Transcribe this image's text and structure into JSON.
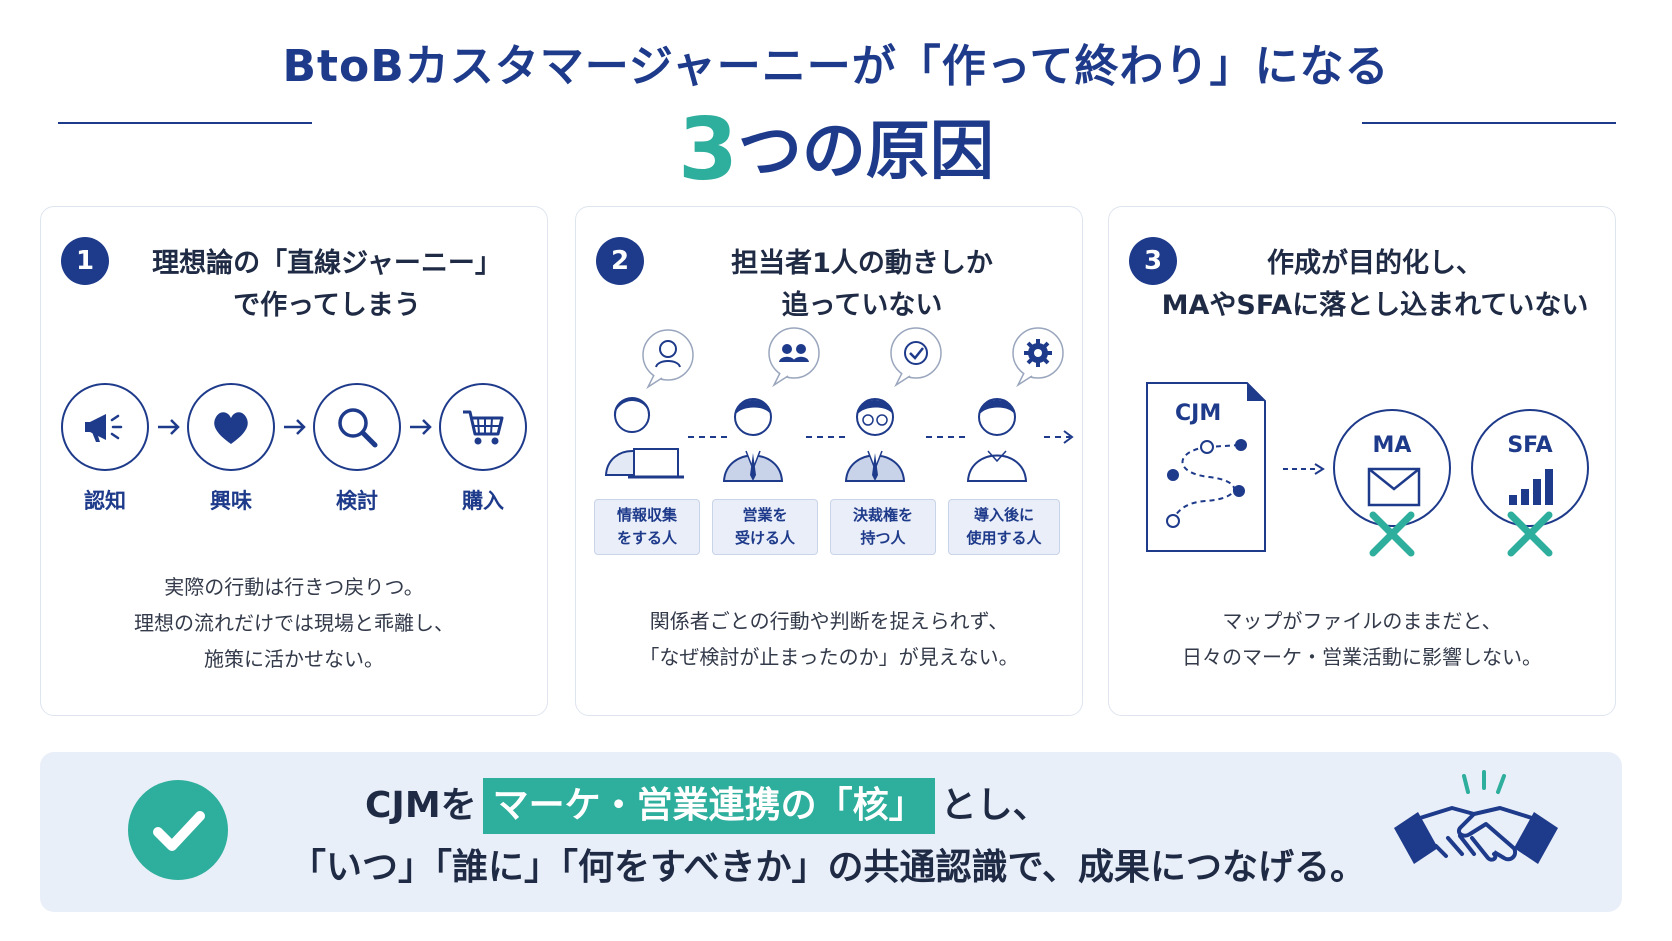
{
  "header": {
    "title_line1": "BtoBカスタマージャーニーが「作って終わり」になる",
    "title_number": "3",
    "title_rest": "つの原因"
  },
  "cards": [
    {
      "number": "1",
      "title_lines": [
        "理想論の「直線ジャーニー」",
        "で作ってしまう"
      ],
      "steps": [
        {
          "label": "認知",
          "icon": "megaphone-icon"
        },
        {
          "label": "興味",
          "icon": "heart-icon"
        },
        {
          "label": "検討",
          "icon": "search-icon"
        },
        {
          "label": "購入",
          "icon": "cart-icon"
        }
      ],
      "text_lines": [
        "実際の行動は行きつ戻りつ。",
        "理想の流れだけでは現場と乖離し、",
        "施策に活かせない。"
      ]
    },
    {
      "number": "2",
      "title_lines": [
        "担当者1人の動きしか",
        "追っていない"
      ],
      "roles": [
        {
          "line1": "情報収集",
          "line2": "をする人",
          "icon": "person-search-icon"
        },
        {
          "line1": "営業を",
          "line2": "受ける人",
          "icon": "group-icon"
        },
        {
          "line1": "決裁権を",
          "line2": "持つ人",
          "icon": "check-icon"
        },
        {
          "line1": "導入後に",
          "line2": "使用する人",
          "icon": "gear-icon"
        }
      ],
      "text_lines": [
        "関係者ごとの行動や判断を捉えられず、",
        "「なぜ検討が止まったのか」が見えない。"
      ]
    },
    {
      "number": "3",
      "title_lines": [
        "作成が目的化し、",
        "MAやSFAに落とし込まれていない"
      ],
      "doc_label": "CJM",
      "targets": [
        "MA",
        "SFA"
      ],
      "text_lines": [
        "マップがファイルのままだと、",
        "日々のマーケ・営業活動に影響しない。"
      ]
    }
  ],
  "banner": {
    "line1_prefix": "CJMを",
    "line1_highlight": "マーケ・営業連携の「核」",
    "line1_suffix": "とし、",
    "line2": "「いつ」「誰に」「何をすべきか」の共通認識で、成果につなげる。"
  },
  "colors": {
    "navy": "#1e3a8a",
    "teal": "#2eae9c",
    "banner_bg": "#e9eff9"
  }
}
